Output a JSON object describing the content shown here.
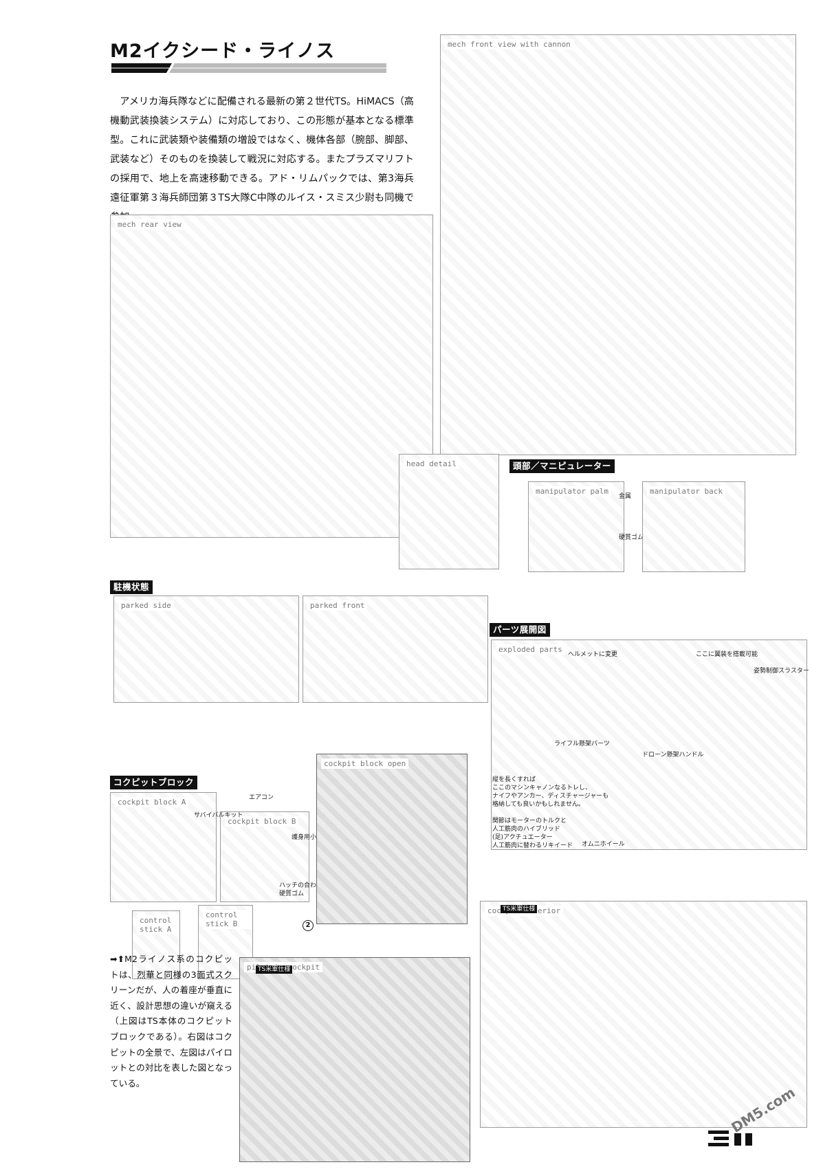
{
  "header": {
    "title": "M2イクシード・ライノス"
  },
  "intro_text": "アメリカ海兵隊などに配備される最新の第２世代TS。HiMACS（高機動武装換装システム）に対応しており、この形態が基本となる標準型。これに武装類や装備類の増設ではなく、機体各部（腕部、脚部、武装など）そのものを換装して戦況に対応する。またプラズマリフトの採用で、地上を高速移動できる。アド・リムパックでは、第3海兵遠征軍第３海兵師団第３TS大隊C中隊のルイス・スミス少尉も同機で参加。",
  "sections": {
    "head_hand": "頭部／マニピュレーター",
    "parked": "駐機状態",
    "parts": "パーツ展開図",
    "cockpit": "コクピットブロック"
  },
  "hand_notes": {
    "metal": "金属",
    "rubber": "硬質ゴム"
  },
  "parts_notes": {
    "helmet": "ヘルメットに変更",
    "wing": "ここに翼装を搭載可能",
    "thruster": "姿勢制御スラスター",
    "rifle_mount": "ライフル懸架パーツ",
    "drone": "ドローン懸架ハンドル",
    "cannon": "縦を長くすれば\nここのマシンキャノンなるトレし、\nナイフやアンカー、ディスチャージャーも\n格納しても良いかもしれません。",
    "motor": "関節はモーターのトルクと\n人工筋肉のハイブリッド\n(足)アクチュエーター\n人工筋肉に替わるリキイード",
    "omni": "オムニホイール"
  },
  "cockpit_notes": {
    "aircon": "エアコン",
    "survival": "サバイバルキット",
    "sidearm": "護身用小銃",
    "hatch": "ハッチの合わせ目は\n硬質ゴム",
    "circled": "2"
  },
  "view_labels": {
    "small": "TS米軍仕様",
    "large": "TS米軍仕様"
  },
  "caption": "➡⬆M2ライノス系のコクピットは、烈華と同様の3面式スクリーンだが、人の着座が垂直に近く、設計思想の違いが窺える（上図はTS本体のコクピットブロックである）。右図はコクピットの全景で、左図はパイロットとの対比を表した図となっている。",
  "watermark": "DM5.com",
  "illustrations": {
    "mech_back": "mech rear view",
    "mech_front": "mech front view with cannon",
    "head": "head detail",
    "hand_a": "manipulator palm",
    "hand_b": "manipulator back",
    "parked_side": "parked side",
    "parked_front": "parked front",
    "parts": "exploded parts",
    "cockpit_a": "cockpit block A",
    "cockpit_b": "cockpit block B",
    "cockpit_c": "cockpit block open",
    "stick_a": "control stick A",
    "stick_b": "control stick B",
    "pilot_view": "pilot in cockpit",
    "cockpit_full": "cockpit interior"
  }
}
